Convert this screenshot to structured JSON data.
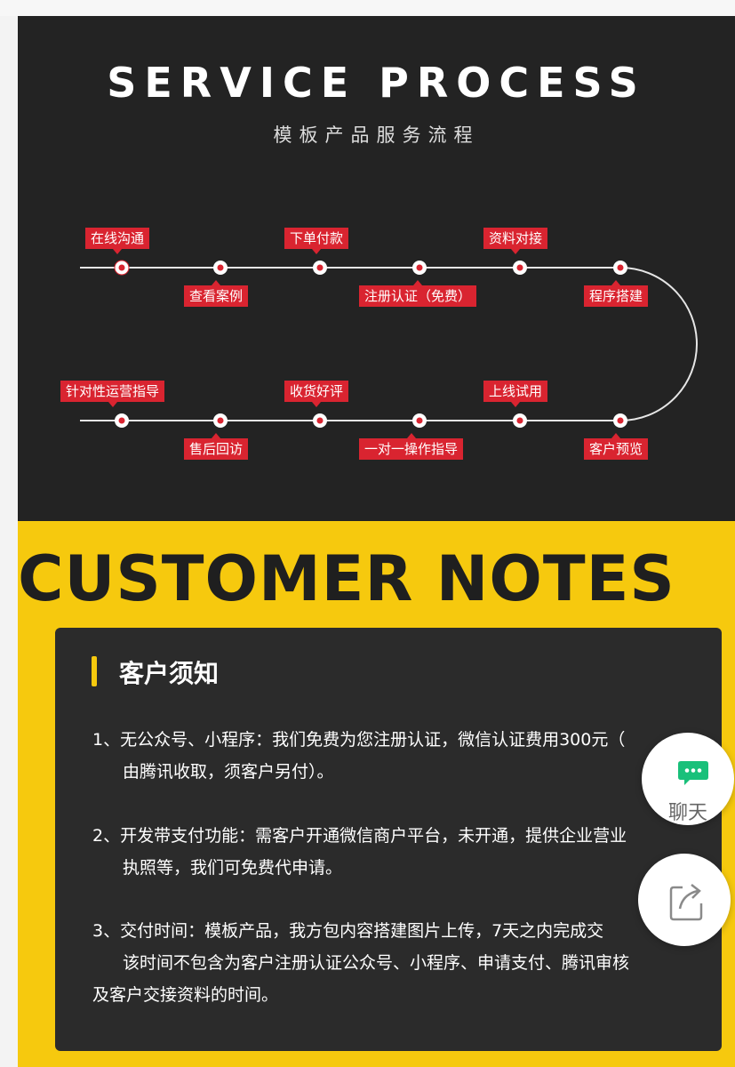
{
  "service_section": {
    "title": "SERVICE PROCESS",
    "subtitle": "模板产品服务流程",
    "steps": [
      "在线沟通",
      "查看案例",
      "下单付款",
      "注册认证（免费）",
      "资料对接",
      "程序搭建",
      "客户预览",
      "上线试用",
      "一对一操作指导",
      "收货好评",
      "售后回访",
      "针对性运营指导"
    ]
  },
  "notes_section": {
    "title": "CUSTOMER NOTES",
    "heading": "客户须知",
    "note1_line1": "1、无公众号、小程序：我们免费为您注册认证，微信认证费用300元（",
    "note1_line2": "由腾讯收取，须客户另付）。",
    "note2_line1": "2、开发带支付功能：需客户开通微信商户平台，未开通，提供企业营业",
    "note2_line2": "执照等，我们可免费代申请。",
    "note3_line1": "3、交付时间：模板产品，我方包内容搭建图片上传，7天之内完成交",
    "note3_line2": "该时间不包含为客户注册认证公众号、小程序、申请支付、腾讯审核",
    "note3_line3": "及客户交接资料的时间。"
  },
  "floating": {
    "chat_label": "聊天",
    "chat_icon": "chat-bubble-icon",
    "share_icon": "share-icon"
  },
  "colors": {
    "dark_bg": "#232323",
    "yellow_bg": "#f6c90e",
    "label_red": "#d92430",
    "chat_green": "#19c07a"
  }
}
